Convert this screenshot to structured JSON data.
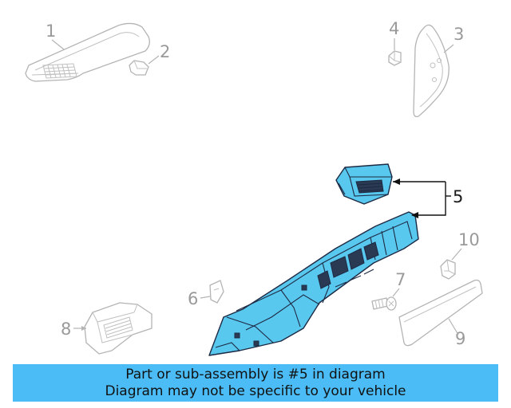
{
  "callouts": {
    "c1": "1",
    "c2": "2",
    "c3": "3",
    "c4": "4",
    "c5": "5",
    "c6": "6",
    "c7": "7",
    "c8": "8",
    "c9": "9",
    "c10": "10"
  },
  "highlight_color": "#59c8ee",
  "banner": {
    "line1": "Part or sub-assembly is #5 in diagram",
    "line2": "Diagram may not be specific to your vehicle",
    "color": "#4bbcf5"
  }
}
